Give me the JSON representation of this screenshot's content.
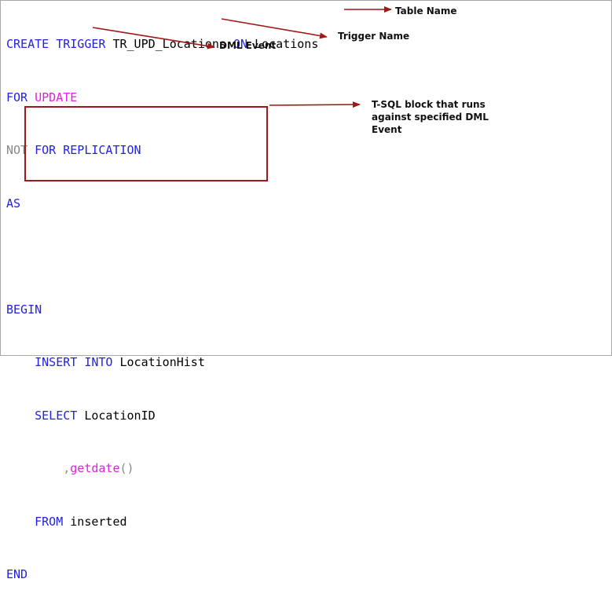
{
  "code": {
    "line1": {
      "create": "CREATE",
      "trigger": "TRIGGER",
      "name": "TR_UPD_Locations",
      "on": "ON",
      "table": "Locations"
    },
    "line2": {
      "for": "FOR",
      "event": "UPDATE"
    },
    "line3": {
      "not": "NOT",
      "for": "FOR",
      "replication": "REPLICATION"
    },
    "line4": {
      "as": "AS"
    },
    "line5": {
      "begin": "BEGIN"
    },
    "line6": {
      "insert": "INSERT",
      "into": "INTO",
      "target": "LocationHist"
    },
    "line7": {
      "select": "SELECT",
      "column": "LocationID"
    },
    "line8": {
      "comma": ",",
      "func": "getdate",
      "parens": "()"
    },
    "line9": {
      "from": "FROM",
      "source": "inserted"
    },
    "line10": {
      "end": "END"
    }
  },
  "annotations": {
    "table_name": "Table Name",
    "trigger_name": "Trigger Name",
    "dml_event": "DML Event",
    "block_line1": "T-SQL block that runs",
    "block_line2": "against specified DML",
    "block_line3": "Event"
  },
  "colors": {
    "keyword": "#2222e0",
    "function": "#e020e0",
    "gray_keyword": "#888888",
    "arrow": "#a01818"
  }
}
